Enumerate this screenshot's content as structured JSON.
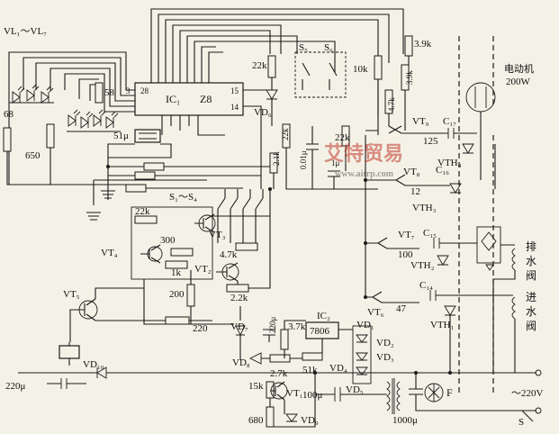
{
  "ic1": {
    "name": "IC₁",
    "type": "Z8",
    "pin3": "3",
    "pin28": "28",
    "pin15": "15",
    "pin14": "14"
  },
  "ic2": {
    "name": "IC₂",
    "type": "7806"
  },
  "leds": {
    "label": "VL₁～VL₇"
  },
  "switches": {
    "s5": "S₅",
    "s6": "S₆",
    "s1_s4": "S₁～S₄"
  },
  "motor": {
    "label": "电动机",
    "power": "200W"
  },
  "valves": {
    "drain": "排水阀",
    "inlet": "进水阀"
  },
  "mains": {
    "voltage": "～220V",
    "terminal": "S"
  },
  "fuse": "F",
  "watermark": {
    "text": "艾特贸易",
    "url": "www.aitrp.com"
  },
  "resistors": {
    "r68": "68",
    "r650": "650",
    "r58": "58",
    "r22k_top": "22k",
    "r10k": "10k",
    "r3_9k_a": "3.9k",
    "r3_9k_b": "3.9k",
    "r4_7k_a": "4.7k",
    "r22k_mid": "22k",
    "r2_1k": "2.1k",
    "r22k_v": "22k",
    "r22k_b": "22k",
    "r300": "300",
    "r1k": "1k",
    "r4_7k_b": "4.7k",
    "r200": "200",
    "r2_2k": "2.2k",
    "r220": "220",
    "r125": "125",
    "r12": "12",
    "r100": "100",
    "r47": "47",
    "r3_7k": "3.7k",
    "r2_7k": "2.7k",
    "r51k": "51k",
    "r15k": "15k",
    "r680": "680"
  },
  "capacitors": {
    "c51u": "51μ",
    "c0_01u": "0.01μ",
    "c1u": "1μ",
    "c220u_a": "220μ",
    "c220u_b": "220μ",
    "c100u": "100μ",
    "c1000u": "1000μ",
    "c17": "C₁₇",
    "c16": "C₁₆",
    "c15": "C₁₅",
    "c14": "C₁₄"
  },
  "transistors": {
    "vt1": "VT₁",
    "vt2": "VT₂",
    "vt3": "VT₃",
    "vt4": "VT₄",
    "vt5": "VT₅",
    "vt6": "VT₆",
    "vt7": "VT₇",
    "vt8": "VT₈",
    "vt9": "VT₉"
  },
  "thyristors": {
    "vth1": "VTH₁",
    "vth2": "VTH₂",
    "vth3": "VTH₃",
    "vth4": "VTH₄"
  },
  "diodes": {
    "vd1": "VD₁",
    "vd2": "VD₂",
    "vd3": "VD₃",
    "vd4": "VD₄",
    "vd5": "VD₅",
    "vd6": "VD₆",
    "vd7": "VD₇",
    "vd8": "VD₈",
    "vd9": "VD₉",
    "vd10": "VD₁₀"
  }
}
